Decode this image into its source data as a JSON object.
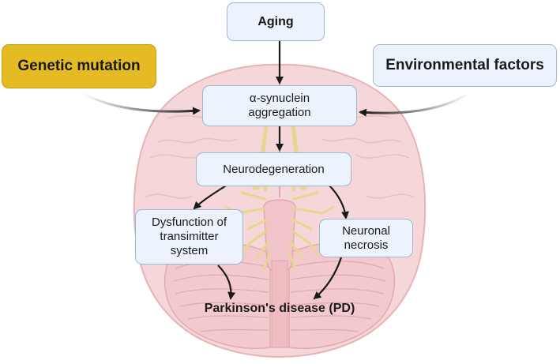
{
  "nodes": {
    "aging": "Aging",
    "genetic_mutation": "Genetic mutation",
    "environmental_factors": "Environmental factors",
    "synuclein": "α-synuclein aggregation",
    "neurodegeneration": "Neurodegeneration",
    "dysfunction": "Dysfunction of transimitter system",
    "necrosis": "Neuronal necrosis",
    "pd": "Parkinson's disease (PD)"
  },
  "colors": {
    "box_fill": "#edf3fc",
    "box_border": "#9db6d8",
    "highlight_fill": "#e5bb24",
    "brain_fill": "#f6d7d9",
    "nerve_color": "#e6d78e",
    "arrow_color": "#1a1a1a"
  },
  "edges": [
    [
      "aging",
      "synuclein"
    ],
    [
      "genetic_mutation",
      "synuclein"
    ],
    [
      "environmental_factors",
      "synuclein"
    ],
    [
      "synuclein",
      "neurodegeneration"
    ],
    [
      "neurodegeneration",
      "dysfunction"
    ],
    [
      "neurodegeneration",
      "necrosis"
    ],
    [
      "dysfunction",
      "pd"
    ],
    [
      "necrosis",
      "pd"
    ]
  ]
}
